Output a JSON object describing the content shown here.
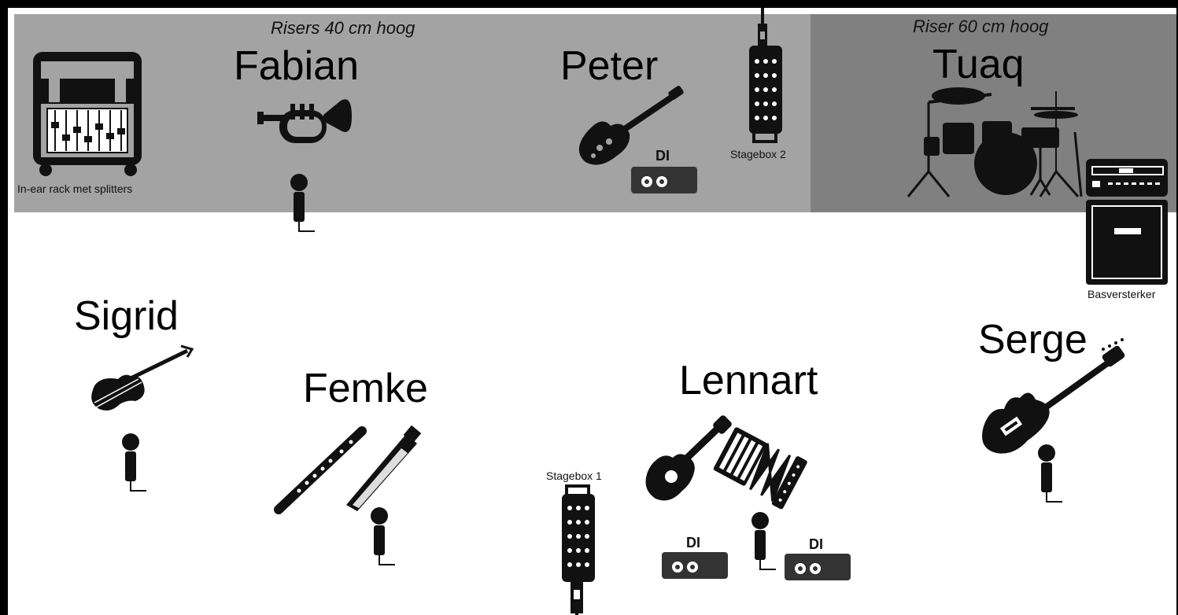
{
  "risers": {
    "low_label": "Risers 40 cm hoog",
    "high_label": "Riser 60 cm hoog"
  },
  "musicians": {
    "fabian": "Fabian",
    "peter": "Peter",
    "tuaq": "Tuaq",
    "sigrid": "Sigrid",
    "femke": "Femke",
    "lennart": "Lennart",
    "serge": "Serge"
  },
  "equipment": {
    "in_ear_rack": "In-ear rack met splitters",
    "stagebox_1": "Stagebox 1",
    "stagebox_2": "Stagebox 2",
    "bass_amp": "Basversterker",
    "di": "DI"
  },
  "colors": {
    "riser_low": "#a3a3a3",
    "riser_high": "#808080",
    "stage_floor": "#ffffff",
    "border": "#000000"
  },
  "icons": [
    "in-ear-rack-icon",
    "trumpet-icon",
    "microphone-icon",
    "electric-guitar-icon",
    "di-box-icon",
    "stagebox-icon",
    "drum-kit-icon",
    "bass-amp-icon",
    "violin-icon",
    "flute-icon",
    "recorder-icon",
    "acoustic-guitar-icon",
    "accordion-icon",
    "bass-guitar-icon"
  ]
}
